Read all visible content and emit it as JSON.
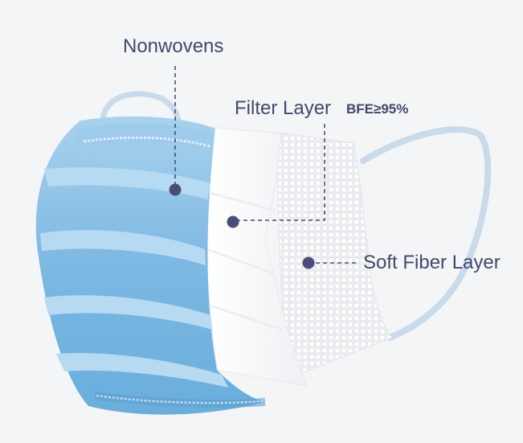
{
  "labels": {
    "nonwovens": "Nonwovens",
    "filter_layer": "Filter Layer",
    "bfe": "BFE≥95%",
    "soft_fiber_layer": "Soft Fiber Layer"
  },
  "colors": {
    "background": "#f4f5f7",
    "outer_layer": "#8ec3e6",
    "filter_layer": "#ffffff",
    "soft_fiber_layer": "#f0f1f3",
    "ear_loop": "#c9daea",
    "marker": "#4a4d78",
    "text": "#45486a"
  }
}
